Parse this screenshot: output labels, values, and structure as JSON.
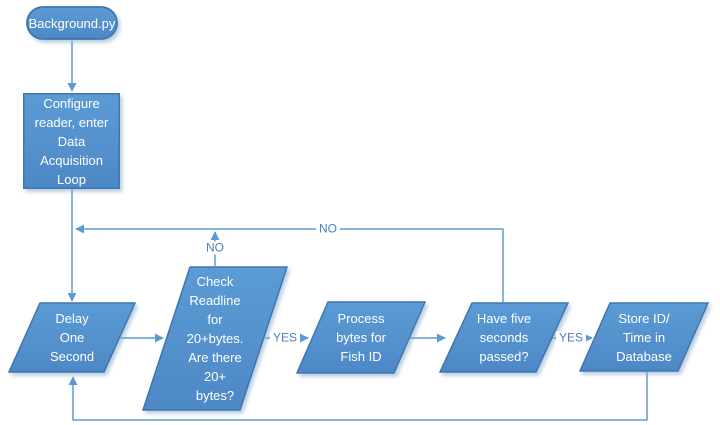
{
  "colors": {
    "node_fill_top": "#5B9BD5",
    "node_fill_bottom": "#4D88C6",
    "node_stroke": "#3F76AE",
    "connector": "#5B9BD5",
    "edge_label_color": "#4A7EBB"
  },
  "nodes": {
    "start": {
      "label": "Background.py"
    },
    "configure": {
      "label": "Configure\nreader, enter\nData\nAcquisition\nLoop"
    },
    "delay": {
      "label": "Delay\nOne\nSecond"
    },
    "check": {
      "label": "Check\nReadline\nfor\n20+bytes.\nAre there\n20+\nbytes?"
    },
    "process": {
      "label": "Process\nbytes for\nFish ID"
    },
    "have_five": {
      "label": "Have five\nseconds\npassed?"
    },
    "store": {
      "label": "Store ID/\nTime in\nDatabase"
    }
  },
  "edges": {
    "check_no": {
      "label": "NO"
    },
    "loop_no": {
      "label": "NO"
    },
    "check_yes": {
      "label": "YES"
    },
    "five_yes": {
      "label": "YES"
    }
  }
}
